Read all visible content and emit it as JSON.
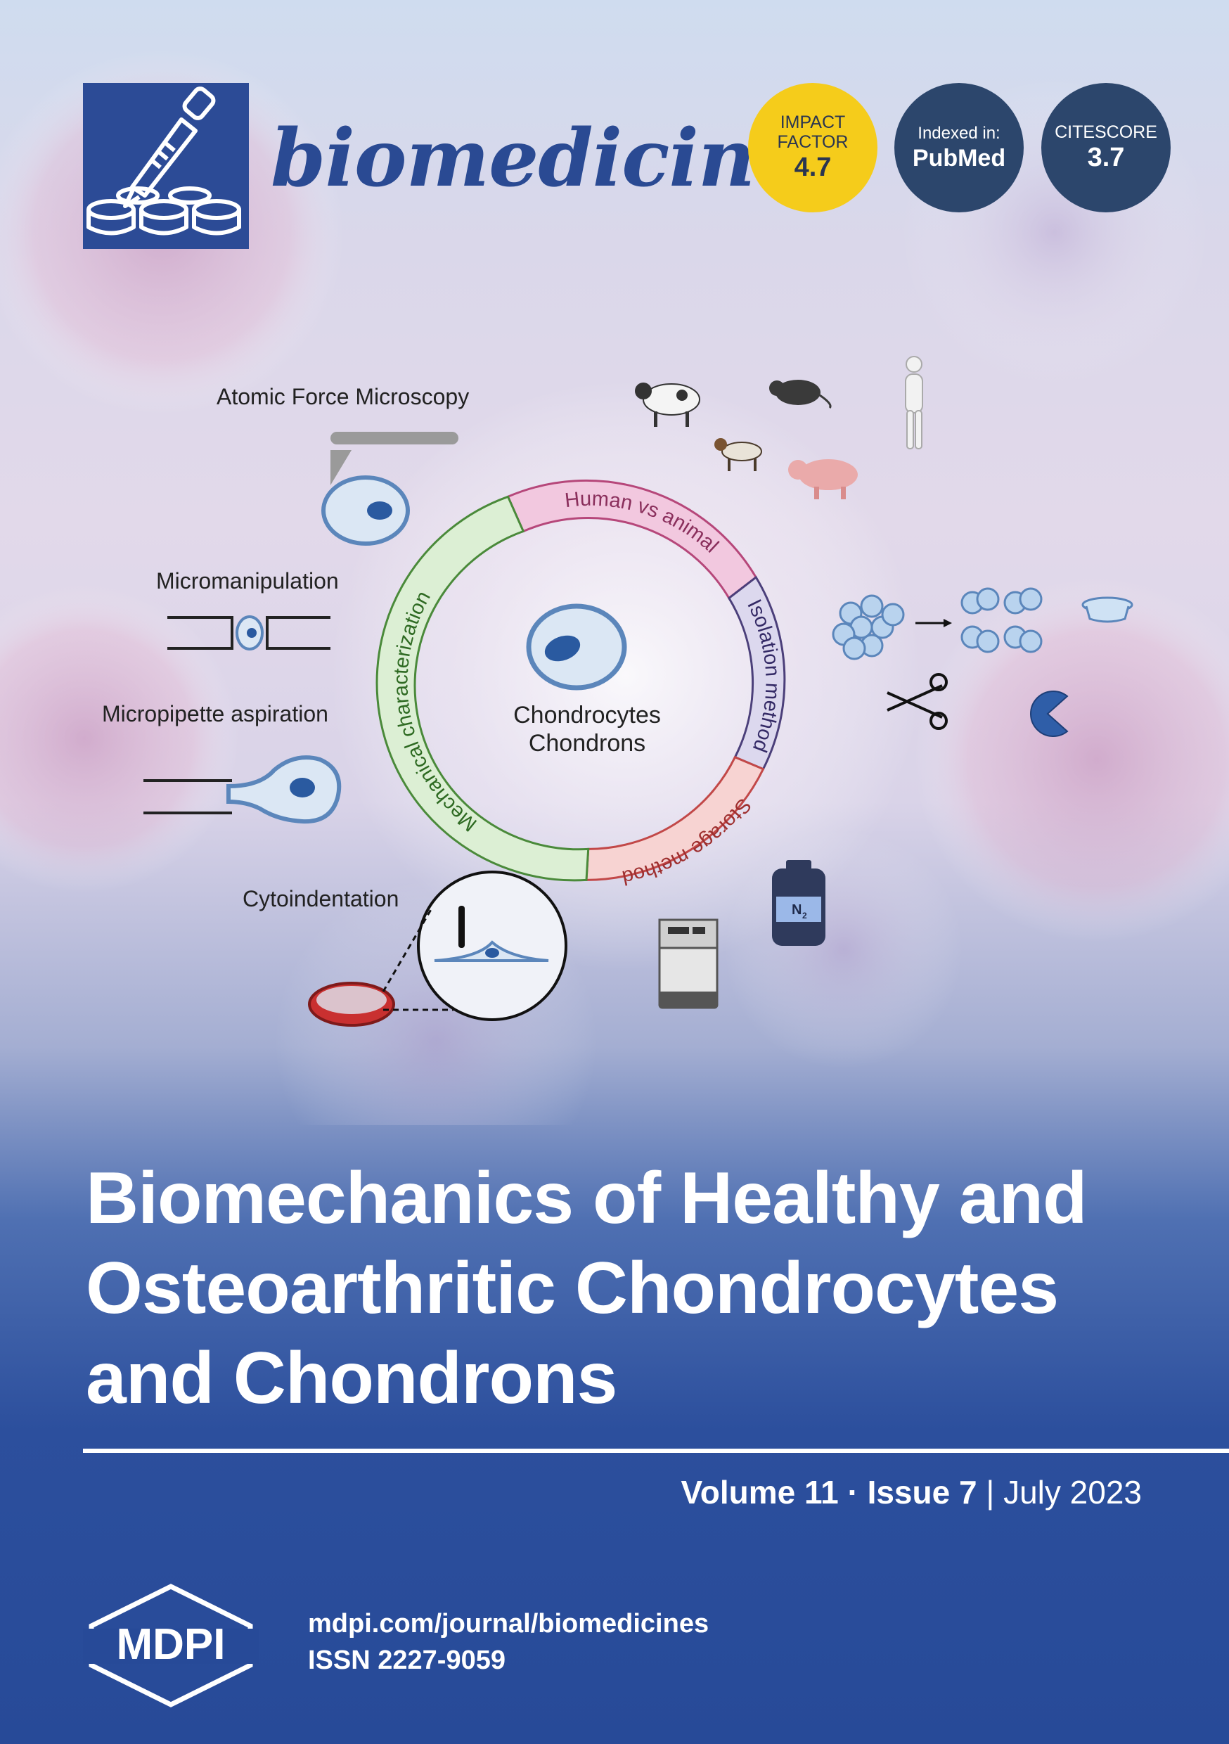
{
  "journal": {
    "name": "biomedicines"
  },
  "badges": {
    "impact_factor": {
      "line1": "IMPACT",
      "line2": "FACTOR",
      "value": "4.7"
    },
    "indexed": {
      "line1": "Indexed in:",
      "value": "PubMed"
    },
    "citescore": {
      "line1": "CITESCORE",
      "value": "3.7"
    }
  },
  "figure": {
    "methods": [
      "Atomic Force Microscopy",
      "Micromanipulation",
      "Micropipette aspiration",
      "Cytoindentation"
    ],
    "ring_segments": [
      "Human vs animal",
      "Isolation method",
      "Storage method",
      "Mechanical characterization"
    ],
    "center_line1": "Chondrocytes",
    "center_line2": "Chondrons",
    "nitrogen_label": "N",
    "nitrogen_subscript": "2"
  },
  "article": {
    "title_lines": [
      "Biomechanics of Healthy and",
      "Osteoarthritic Chondrocytes",
      "and Chondrons"
    ]
  },
  "issue": {
    "volume": "Volume 11",
    "separator": "·",
    "issue": "Issue 7",
    "divider": "|",
    "date": "July 2023"
  },
  "footer": {
    "publisher": "MDPI",
    "url": "mdpi.com/journal/biomedicines",
    "issn": "ISSN 2227-9059"
  },
  "colors": {
    "brand_blue": "#2c4b96",
    "impact_yellow": "#f5cc1b",
    "badge_navy": "#2c466c",
    "ring_pink": "#f2c8df",
    "ring_lavender": "#dcd8ee",
    "ring_salmon": "#f7d3d2",
    "ring_green": "#dcefd4"
  }
}
